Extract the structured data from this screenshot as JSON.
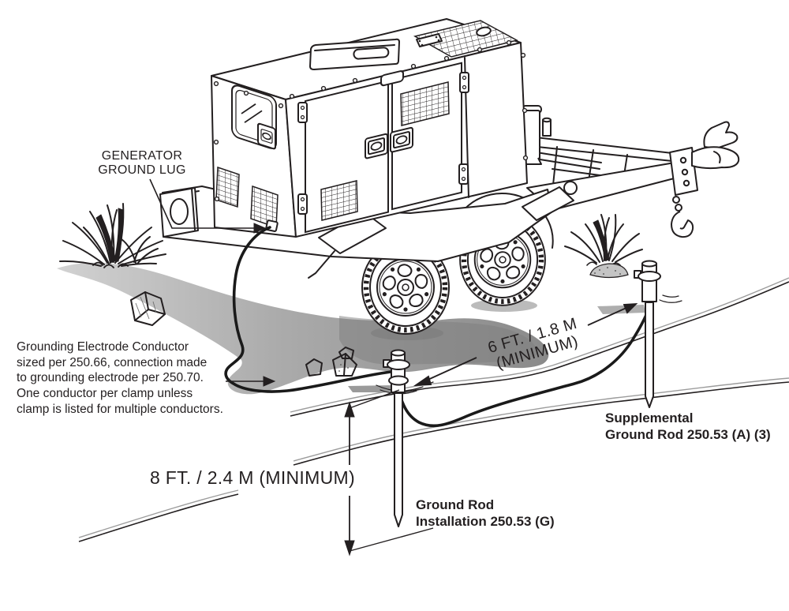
{
  "palette": {
    "line": "#231f20",
    "shadow_dark": "#8a8a8a",
    "shadow_light": "#cfcfcf",
    "terrain_gray": "#9c9c9c",
    "background": "#ffffff"
  },
  "labels": {
    "generator_ground_lug": "GENERATOR\nGROUND LUG",
    "conductor_note": "Grounding Electrode Conductor\nsized per 250.66, connection made\nto grounding electrode per 250.70.\nOne conductor per clamp unless\nclamp is listed for multiple conductors.",
    "spacing_dimension": "6 FT. / 1.8 M\n(MINIMUM)",
    "depth_dimension": "8 FT. / 2.4 M (MINIMUM)",
    "ground_rod": "Ground Rod\nInstallation 250.53 (G)",
    "supplemental_ground_rod": "Supplemental\nGround Rod 250.53 (A) (3)"
  }
}
